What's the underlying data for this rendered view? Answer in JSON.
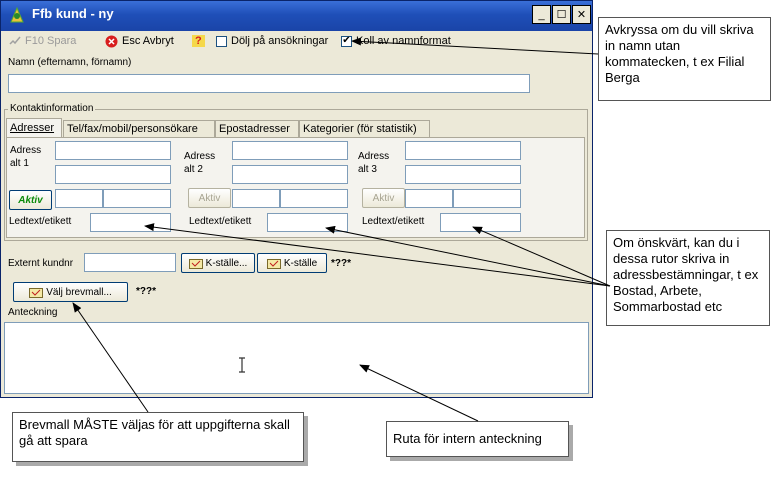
{
  "window": {
    "title": "Ffb kund - ny",
    "controls": {
      "minimize": "_",
      "maximize": "☐",
      "close": "✕"
    }
  },
  "toolbar": {
    "save_label": "F10 Spara",
    "cancel_label": "Esc Avbryt",
    "help_label": "?",
    "hide_label": "Dölj på ansökningar",
    "hide_checked": false,
    "checkname_label": "Koll av namnformat",
    "checkname_checked": true,
    "checkmark": "✔"
  },
  "name": {
    "label": "Namn (efternamn, förnamn)",
    "value": ""
  },
  "contact": {
    "group_label": "Kontaktinformation",
    "tabs": [
      {
        "label": "Adresser",
        "active": true
      },
      {
        "label": "Tel/fax/mobil/personsökare",
        "active": false
      },
      {
        "label": "Epostadresser",
        "active": false
      },
      {
        "label": "Kategorier (för statistik)",
        "active": false
      }
    ],
    "addresses": [
      {
        "label": "Adress alt 1",
        "aktiv_label": "Aktiv",
        "aktiv_enabled": true,
        "ledtext_label": "Ledtext/etikett"
      },
      {
        "label": "Adress alt 2",
        "aktiv_label": "Aktiv",
        "aktiv_enabled": false,
        "ledtext_label": "Ledtext/etikett"
      },
      {
        "label": "Adress alt 3",
        "aktiv_label": "Aktiv",
        "aktiv_enabled": false,
        "ledtext_label": "Ledtext/etikett"
      }
    ]
  },
  "external": {
    "label": "Externt kundnr",
    "value": "",
    "kstalle1_label": "K-ställe...",
    "kstalle2_label": "K-ställe",
    "marker": "*??*"
  },
  "brevmall": {
    "button_label": "Välj brevmall...",
    "marker": "*??*"
  },
  "note": {
    "label": "Anteckning",
    "value": ""
  },
  "callouts": {
    "name_format": "Avkryssa om du vill skriva in namn utan kommatecken, t ex Filial Berga",
    "ledtext": "Om önskvärt, kan du i dessa rutor skriva in adressbestämningar, t ex Bostad, Arbete, Sommarbostad etc",
    "brevmall": "Brevmall MÅSTE väljas för att uppgifterna skall gå att spara",
    "note": "Ruta för intern anteckning"
  },
  "colors": {
    "titlebar": "#1f4fb8",
    "window": "#ece9d8",
    "aktiv_green": "#0a8a0a"
  }
}
